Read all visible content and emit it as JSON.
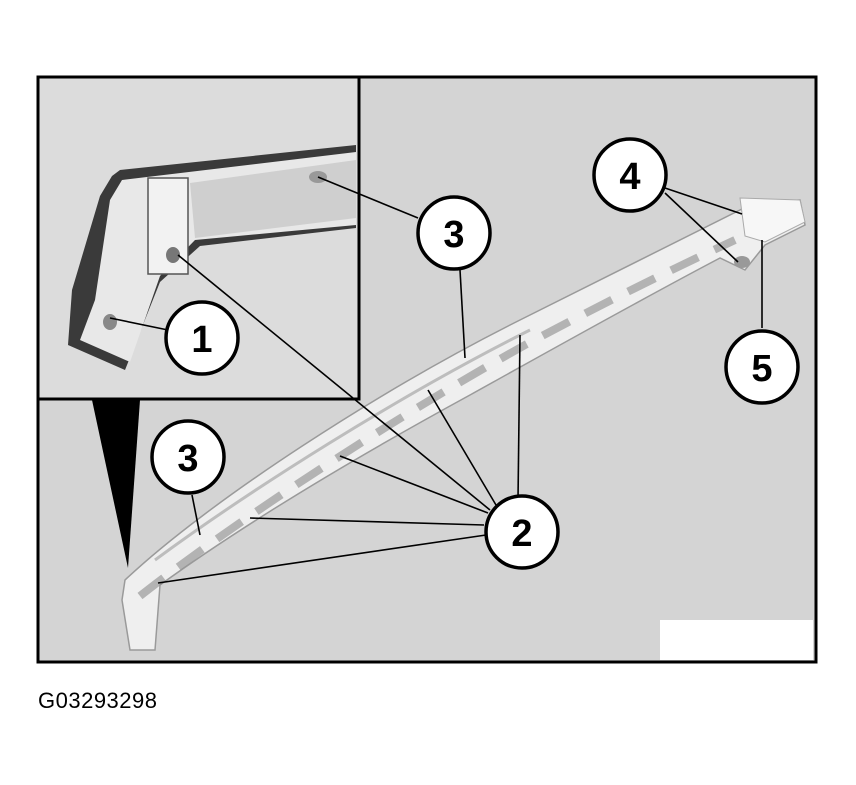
{
  "figure_id": "G03293298",
  "callouts": {
    "c1": "1",
    "c2": "2",
    "c3_inset": "3",
    "c3_main": "3",
    "c4": "4",
    "c5": "5"
  },
  "colors": {
    "frame": "#000000",
    "background": "#d4d4d4",
    "inset_background": "#dcdcdc",
    "part_light": "#e6e6e6",
    "part_shadow": "#8a8a8a"
  }
}
